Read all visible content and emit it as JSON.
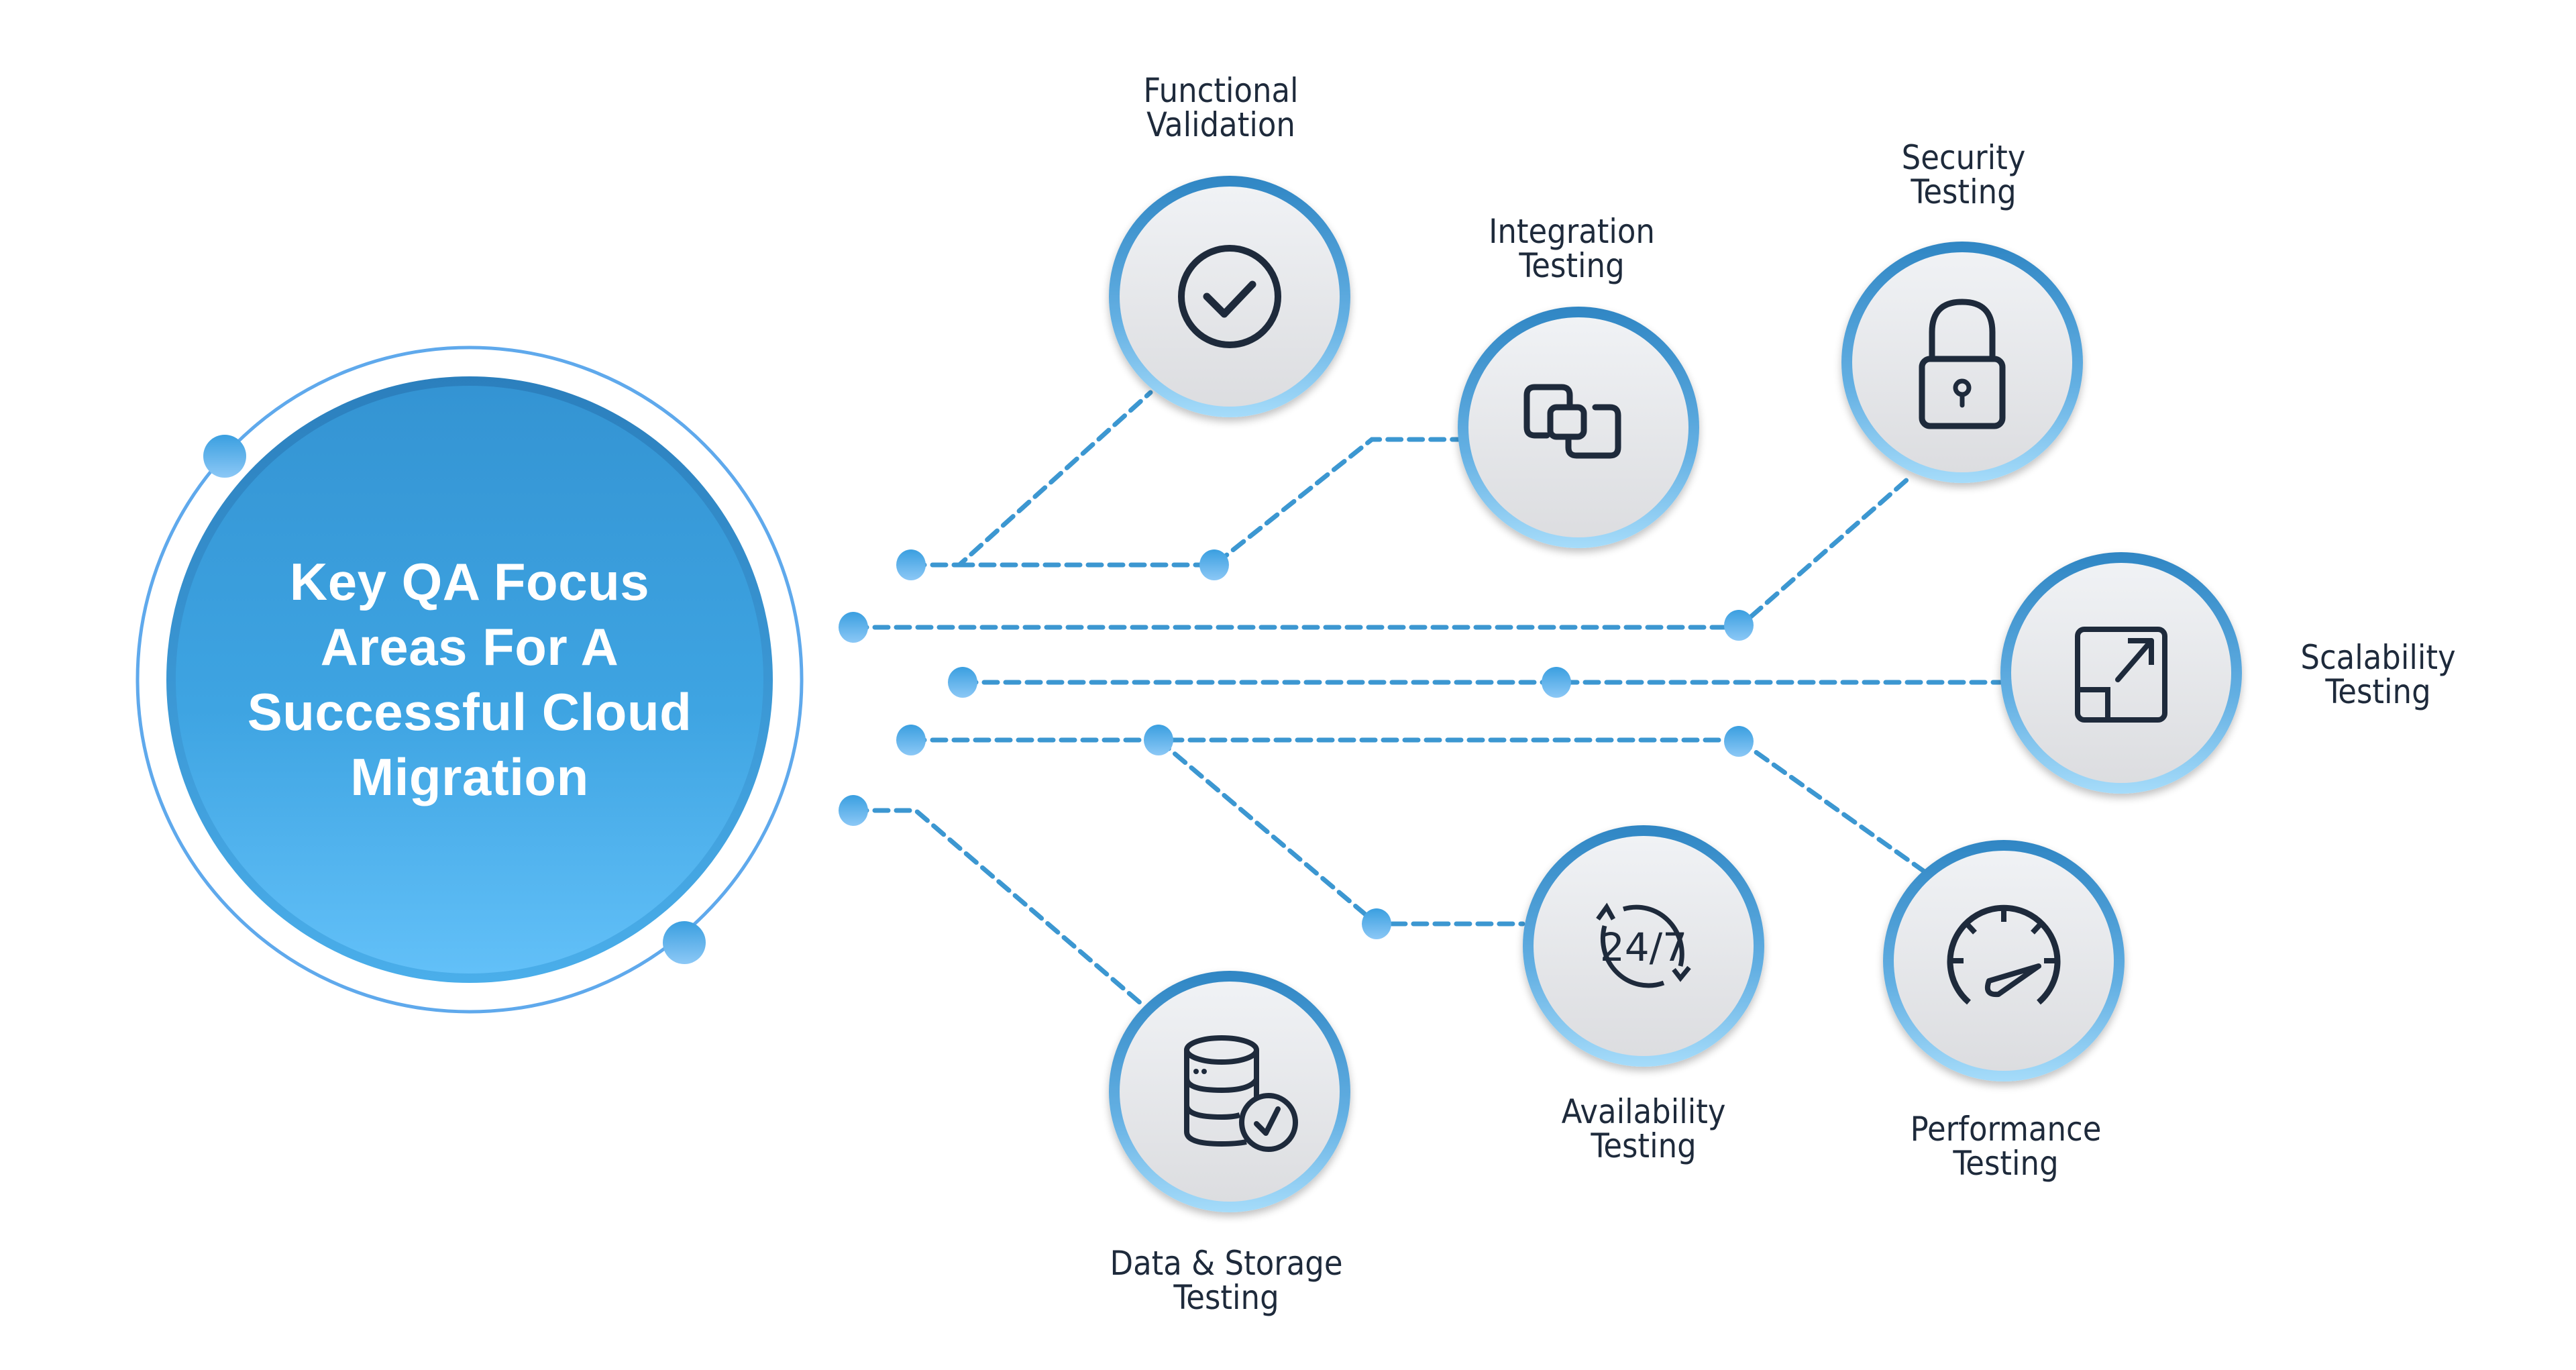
{
  "title": {
    "lines": [
      "Key QA Focus",
      "Areas For A",
      "Successful Cloud",
      "Migration"
    ]
  },
  "colors": {
    "primary": "#3a9bd9",
    "primary_dark": "#2f86c4",
    "primary_light": "#63bdf5",
    "ring": "#5fa9ec",
    "connector": "#3c97d1",
    "node_fill_top": "#eef0f3",
    "node_fill_bottom": "#dcdee1",
    "icon_stroke": "#1e2a3b",
    "label_text": "#1e2a3b"
  },
  "nodes": [
    {
      "id": "functional",
      "label": [
        "Functional",
        "Validation"
      ],
      "icon": "check-circle-icon"
    },
    {
      "id": "integration",
      "label": [
        "Integration",
        "Testing"
      ],
      "icon": "integration-squares-icon"
    },
    {
      "id": "security",
      "label": [
        "Security",
        "Testing"
      ],
      "icon": "padlock-icon"
    },
    {
      "id": "scalability",
      "label": [
        "Scalability",
        "Testing"
      ],
      "icon": "scale-up-arrow-icon"
    },
    {
      "id": "performance",
      "label": [
        "Performance",
        "Testing"
      ],
      "icon": "speedometer-icon"
    },
    {
      "id": "availability",
      "label": [
        "Availability",
        "Testing"
      ],
      "icon": "24-7-icon",
      "icon_text": "24/7"
    },
    {
      "id": "data-storage",
      "label": [
        "Data & Storage",
        "Testing"
      ],
      "icon": "database-check-icon"
    }
  ]
}
